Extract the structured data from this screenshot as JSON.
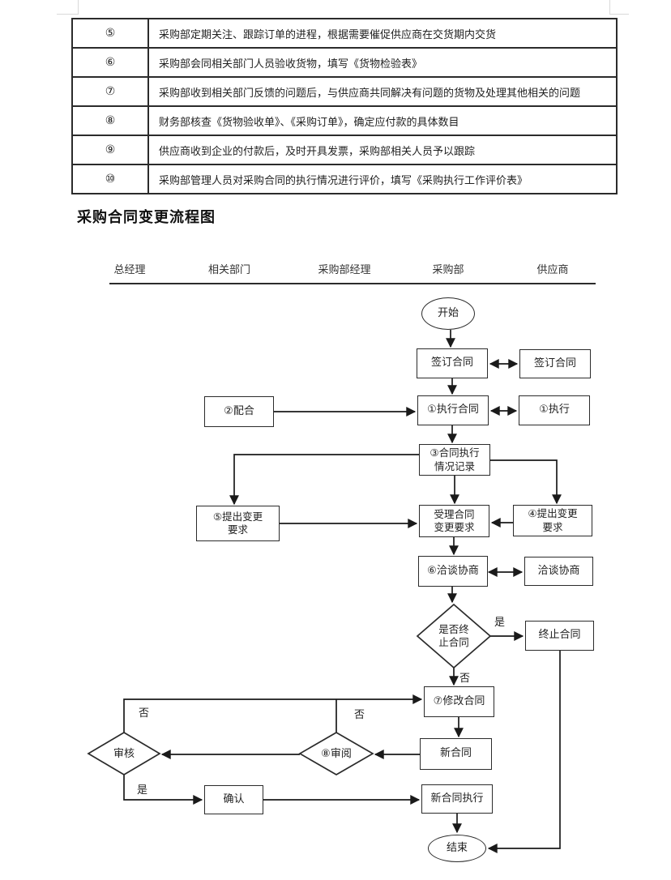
{
  "table": {
    "rows": [
      {
        "num": "⑤",
        "text": "采购部定期关注、跟踪订单的进程，根据需要催促供应商在交货期内交货"
      },
      {
        "num": "⑥",
        "text": "采购部会同相关部门人员验收货物，填写《货物检验表》"
      },
      {
        "num": "⑦",
        "text": "采购部收到相关部门反馈的问题后，与供应商共同解决有问题的货物及处理其他相关的问题"
      },
      {
        "num": "⑧",
        "text": "财务部核查《货物验收单》、《采购订单》，确定应付款的具体数目"
      },
      {
        "num": "⑨",
        "text": "供应商收到企业的付款后，及时开具发票，采购部相关人员予以跟踪"
      },
      {
        "num": "⑩",
        "text": "采购部管理人员对采购合同的执行情况进行评价，填写《采购执行工作评价表》"
      }
    ]
  },
  "title": "采购合同变更流程图",
  "flowchart": {
    "columns": [
      "总经理",
      "相关部门",
      "采购部经理",
      "采购部",
      "供应商"
    ],
    "nodes": {
      "start": "开始",
      "sign_contract": "签订合同",
      "sign_contract_supplier": "签订合同",
      "execute_contract": "①执行合同",
      "execute_supplier": "①执行",
      "cooperate": "②配合",
      "execution_record": "③合同执行\n情况记录",
      "propose_change_dept": "⑤提出变更\n要求",
      "accept_change": "受理合同\n变更要求",
      "propose_change_supplier": "④提出变更\n要求",
      "negotiate": "⑥洽谈协商",
      "negotiate_supplier": "洽谈协商",
      "terminate_decision": "是否终\n止合同",
      "terminate_contract": "终止合同",
      "modify_contract": "⑦修改合同",
      "new_contract": "新合同",
      "review": "⑧审阅",
      "audit": "审核",
      "confirm": "确认",
      "new_contract_execute": "新合同执行",
      "end": "结束"
    },
    "edge_labels": {
      "yes_terminate": "是",
      "no_terminate": "否",
      "no_audit": "否",
      "no_review": "否",
      "yes_audit": "是"
    }
  },
  "colors": {
    "line": "#1a1a1a",
    "border": "#2b2b2b"
  }
}
